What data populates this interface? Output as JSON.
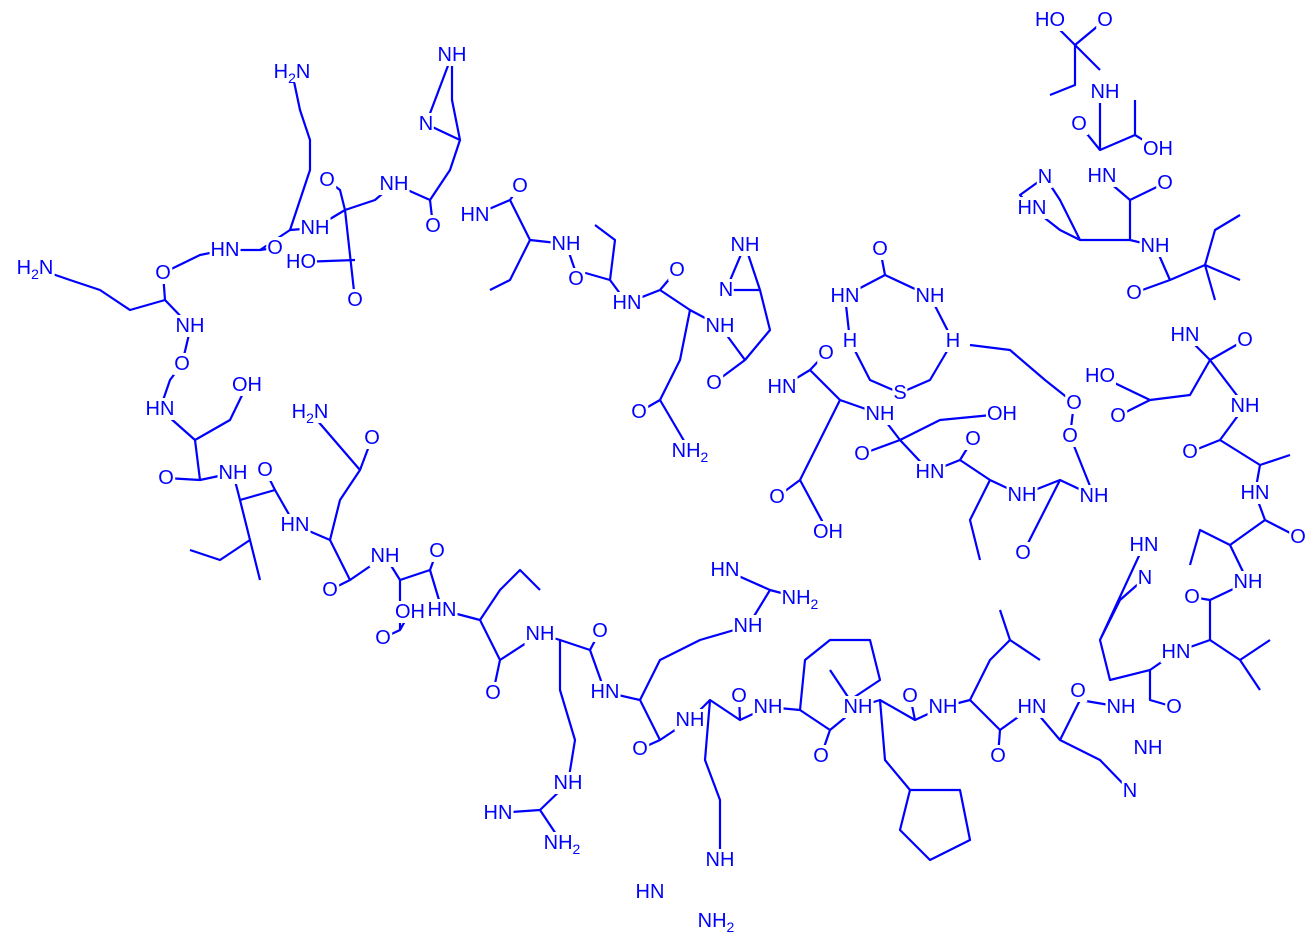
{
  "diagram": {
    "kind": "chemical-structure",
    "stroke_color": "#0000ff",
    "background": "#ffffff",
    "labels": {
      "oh": "OH",
      "ho": "HO",
      "o": "O",
      "nh": "NH",
      "hn": "HN",
      "n": "N",
      "h": "H",
      "s": "S",
      "h2n": "H2N",
      "nh2": "NH2"
    }
  }
}
